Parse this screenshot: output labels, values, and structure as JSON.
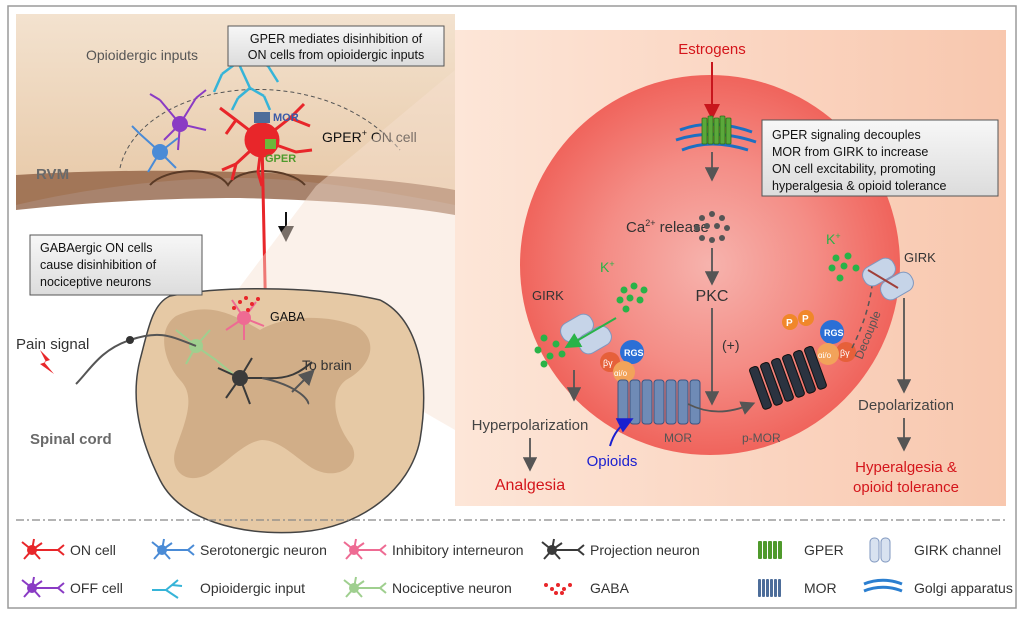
{
  "rvm": {
    "opioidergic_inputs": "Opioidergic inputs",
    "callout_gper": [
      "GPER mediates disinhibition of",
      "ON cells from opioidergic inputs"
    ],
    "mor_label": "MOR",
    "gper_label": "GPER",
    "gper_on_cell": "GPER",
    "gper_on_cell_sup": "+",
    "gper_on_cell_suffix": " ON cell",
    "region_label": "RVM"
  },
  "spinal": {
    "callout_gaba": [
      "GABAergic ON cells",
      "cause disinhibition of",
      "nociceptive neurons"
    ],
    "gaba_label": "GABA",
    "pain_signal": "Pain signal",
    "to_brain": "To brain",
    "region_label": "Spinal cord"
  },
  "pathway": {
    "estrogens": "Estrogens",
    "callout_signaling": [
      "GPER   signaling   decouples",
      "MOR from GIRK to increase",
      "ON cell excitability, promoting",
      "hyperalgesia & opioid tolerance"
    ],
    "ca_release_pre": "Ca",
    "ca_release_sup": "2+",
    "ca_release_post": " release",
    "pkc": "PKC",
    "plus": "(+)",
    "k_ion": "K",
    "k_ion_sup": "+",
    "girk_left": "GIRK",
    "girk_right": "GIRK",
    "rgs": "RGS",
    "g_beta_gamma": "βγ",
    "g_alpha": "αi/o",
    "phospho": "P",
    "decouple": "Decouple",
    "hyperpolarization": "Hyperpolarization",
    "depolarization": "Depolarization",
    "mor": "MOR",
    "p_mor": "p-MOR",
    "opioids": "Opioids",
    "analgesia": "Analgesia",
    "outcome": [
      "Hyperalgesia &",
      "opioid tolerance"
    ]
  },
  "legend": [
    {
      "icon": "on-cell-icon",
      "label": "ON cell",
      "color": "#e8262a"
    },
    {
      "icon": "serotonergic-neuron-icon",
      "label": "Serotonergic neuron",
      "color": "#4a8bd6"
    },
    {
      "icon": "inhibitory-interneuron-icon",
      "label": "Inhibitory interneuron",
      "color": "#ee6b93"
    },
    {
      "icon": "projection-neuron-icon",
      "label": "Projection neuron",
      "color": "#3a3a3a"
    },
    {
      "icon": "gper-icon",
      "label": "GPER",
      "color": "#4f9a2c"
    },
    {
      "icon": "girk-channel-icon",
      "label": "GIRK channel",
      "color": "#9fb7d8"
    },
    {
      "icon": "off-cell-icon",
      "label": "OFF cell",
      "color": "#8a3bc4"
    },
    {
      "icon": "opioidergic-input-icon",
      "label": "Opioidergic input",
      "color": "#36b4d8"
    },
    {
      "icon": "nociceptive-neuron-icon",
      "label": "Nociceptive neuron",
      "color": "#9fcf8f"
    },
    {
      "icon": "gaba-icon",
      "label": "GABA",
      "color": "#e8262a"
    },
    {
      "icon": "mor-icon",
      "label": "MOR",
      "color": "#4d6d9a"
    },
    {
      "icon": "golgi-apparatus-icon",
      "label": "Golgi apparatus",
      "color": "#2b7fd0"
    }
  ],
  "colors": {
    "red_text": "#d4151b",
    "opioid_blue": "#1a1fd0",
    "k_green": "#29b348",
    "panel_peach": "#fbdccb"
  }
}
